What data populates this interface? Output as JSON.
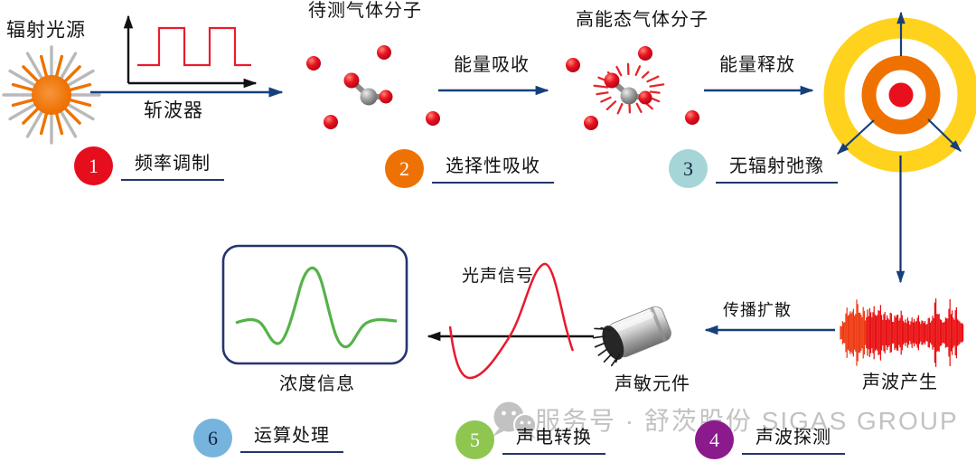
{
  "labels": {
    "source_title": "辐射光源",
    "chopper": "斩波器",
    "gas_title": "待测气体分子",
    "energy_absorb": "能量吸收",
    "excited_title": "高能态气体分子",
    "energy_release": "能量释放",
    "sound_generated": "声波产生",
    "propagation": "传播扩散",
    "mic": "声敏元件",
    "pa_signal": "光声信号",
    "concentration": "浓度信息"
  },
  "steps": [
    {
      "num": "1",
      "label": "频率调制",
      "color": "#e60d1d",
      "text_color": "#ffffff"
    },
    {
      "num": "2",
      "label": "选择性吸收",
      "color": "#ee7203",
      "text_color": "#ffffff"
    },
    {
      "num": "3",
      "label": "无辐射弛豫",
      "color": "#a5d5d7",
      "text_color": "#13233f"
    },
    {
      "num": "4",
      "label": "声波探测",
      "color": "#8b1a8c",
      "text_color": "#f2eef2"
    },
    {
      "num": "5",
      "label": "声电转换",
      "color": "#8ec64f",
      "text_color": "#ffffff"
    },
    {
      "num": "6",
      "label": "运算处理",
      "color": "#76b4de",
      "text_color": "#13233f"
    }
  ],
  "watermark": {
    "text": "服务号 · 舒茨股份 SIGAS GROUP"
  },
  "colors": {
    "arrow_navy": "#16407c",
    "underline_navy": "#25356b",
    "signal_red": "#e8192c",
    "waveform_red": "#e81113",
    "waveform_orange": "#ee3a10",
    "curve_green": "#55b24a",
    "target_yellow": "#ffd21e",
    "target_orange": "#ef7100",
    "target_red": "#e8101c",
    "starburst_orange": "#ee7203",
    "watermark_grey": "#c2c2c2"
  }
}
